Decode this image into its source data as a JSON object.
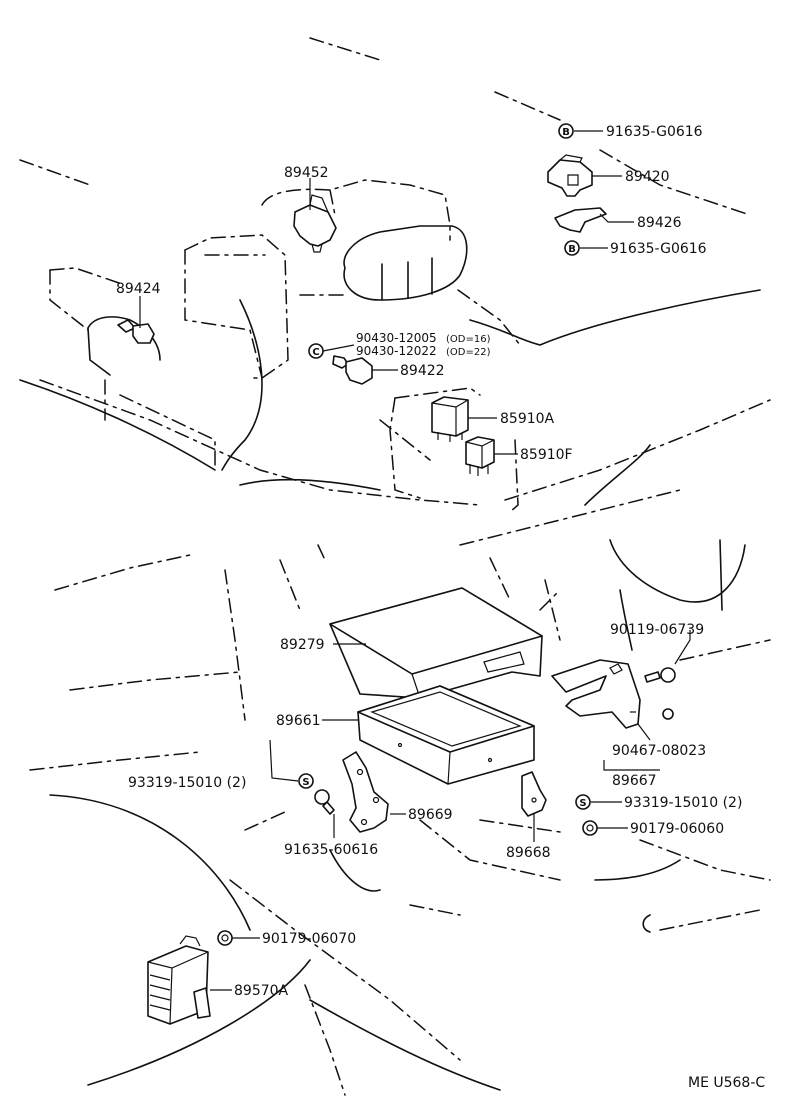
{
  "labels": {
    "p91635_top": "91635-G0616",
    "p89420": "89420",
    "p89426": "89426",
    "p91635_mid": "91635-G0616",
    "p89452": "89452",
    "p89424": "89424",
    "p90430_a": "90430-12005",
    "p90430_a_note": "(OD=16)",
    "p90430_b": "90430-12022",
    "p90430_b_note": "(OD=22)",
    "p89422": "89422",
    "p85910A": "85910A",
    "p85910F": "85910F",
    "p89279": "89279",
    "p90119": "90119-06739",
    "p89661": "89661",
    "p90467": "90467-08023",
    "p89667": "89667",
    "p93319_left": "93319-15010 (2)",
    "p93319_right": "93319-15010 (2)",
    "p89669": "89669",
    "p91635_bottom": "91635-60616",
    "p89668": "89668",
    "p90179_060": "90179-06060",
    "p90179_070": "90179-06070",
    "p89570A": "89570A"
  },
  "symbols": {
    "b": "B",
    "c": "C",
    "s": "S"
  },
  "footer_code": "ME  U568-C"
}
